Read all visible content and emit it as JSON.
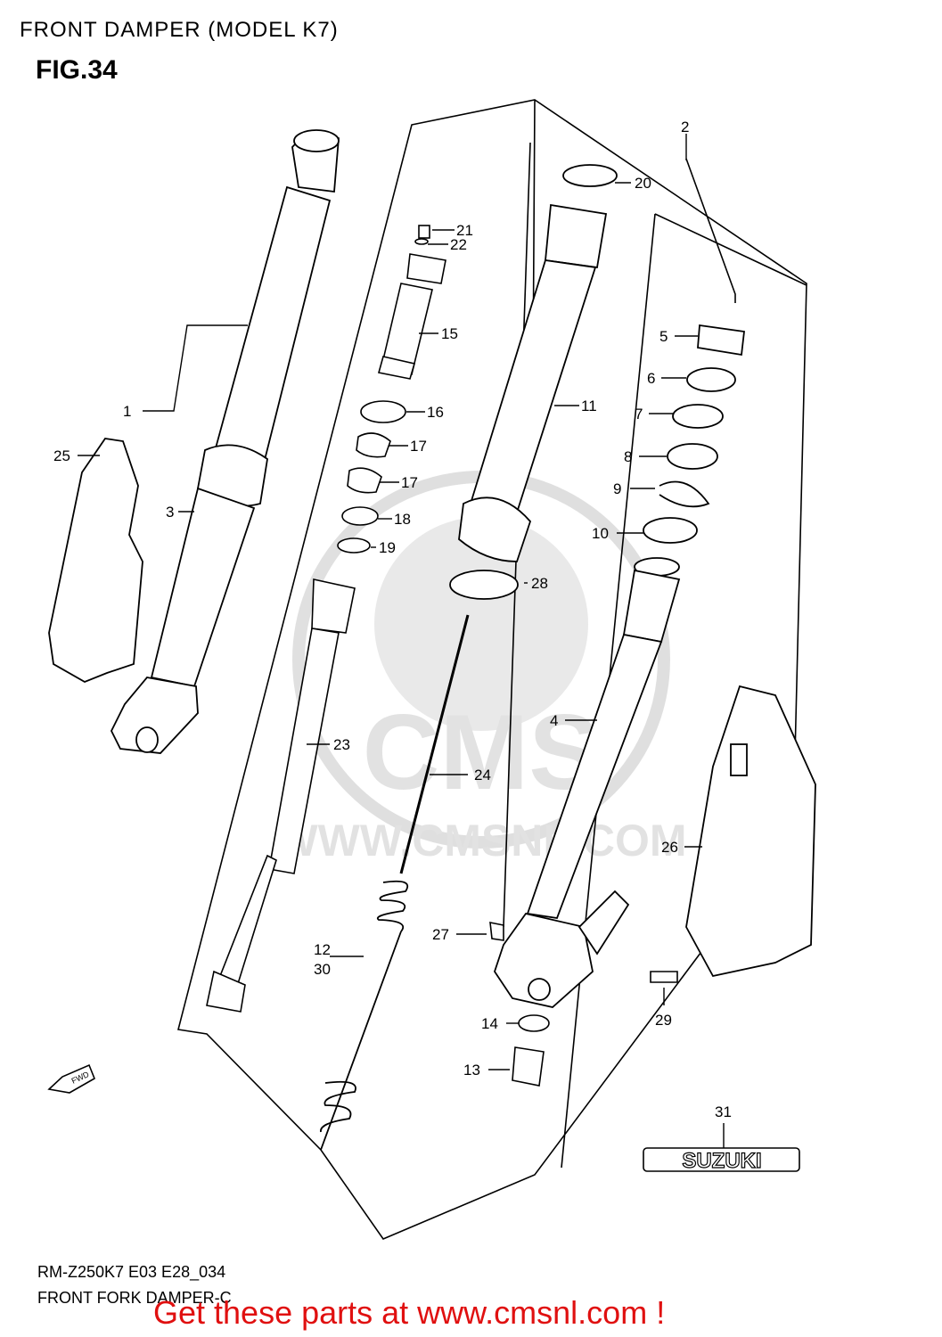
{
  "header": {
    "title": "FRONT DAMPER (MODEL K7)",
    "figure": "FIG.34"
  },
  "footer": {
    "model_code": "RM-Z250K7 E03 E28_034",
    "diagram_name": "FRONT FORK DAMPER-C",
    "promo": "Get these parts at www.cmsnl.com !"
  },
  "watermark": {
    "brand": "CMS",
    "url": "WWW.CMSNL.COM"
  },
  "direction_marker": "FWD",
  "emblem": "SUZUKI",
  "callouts": [
    {
      "id": "c1",
      "label": "1"
    },
    {
      "id": "c2",
      "label": "2"
    },
    {
      "id": "c3",
      "label": "3"
    },
    {
      "id": "c4",
      "label": "4"
    },
    {
      "id": "c5",
      "label": "5"
    },
    {
      "id": "c6",
      "label": "6"
    },
    {
      "id": "c7",
      "label": "7"
    },
    {
      "id": "c8",
      "label": "8"
    },
    {
      "id": "c9",
      "label": "9"
    },
    {
      "id": "c10",
      "label": "10"
    },
    {
      "id": "c11",
      "label": "11"
    },
    {
      "id": "c12",
      "label": "12"
    },
    {
      "id": "c30",
      "label": "30"
    },
    {
      "id": "c13",
      "label": "13"
    },
    {
      "id": "c14",
      "label": "14"
    },
    {
      "id": "c15",
      "label": "15"
    },
    {
      "id": "c16",
      "label": "16"
    },
    {
      "id": "c17a",
      "label": "17"
    },
    {
      "id": "c17b",
      "label": "17"
    },
    {
      "id": "c18",
      "label": "18"
    },
    {
      "id": "c19",
      "label": "19"
    },
    {
      "id": "c20",
      "label": "20"
    },
    {
      "id": "c21",
      "label": "21"
    },
    {
      "id": "c22",
      "label": "22"
    },
    {
      "id": "c23",
      "label": "23"
    },
    {
      "id": "c24",
      "label": "24"
    },
    {
      "id": "c25",
      "label": "25"
    },
    {
      "id": "c26",
      "label": "26"
    },
    {
      "id": "c27",
      "label": "27"
    },
    {
      "id": "c28",
      "label": "28"
    },
    {
      "id": "c29",
      "label": "29"
    },
    {
      "id": "c31",
      "label": "31"
    }
  ]
}
